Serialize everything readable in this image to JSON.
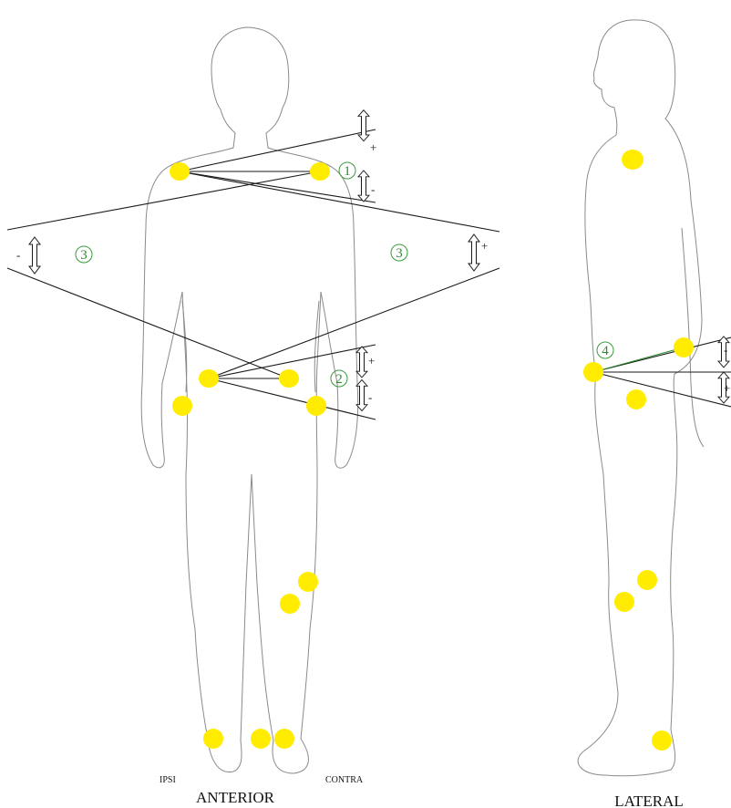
{
  "labels": {
    "anterior": "ANTERIOR",
    "lateral": "LATERAL",
    "ipsi": "IPSI",
    "contra": "CONTRA"
  },
  "numbers": {
    "n1": "1",
    "n2": "2",
    "n3_left": "3",
    "n3_right": "3",
    "n4": "4"
  },
  "signs": {
    "plus": "+",
    "minus": "-"
  },
  "colors": {
    "marker": "#ffec00",
    "number": "#2e8b2e",
    "outline": "#8a8a8a",
    "line": "#1a1a1a"
  }
}
